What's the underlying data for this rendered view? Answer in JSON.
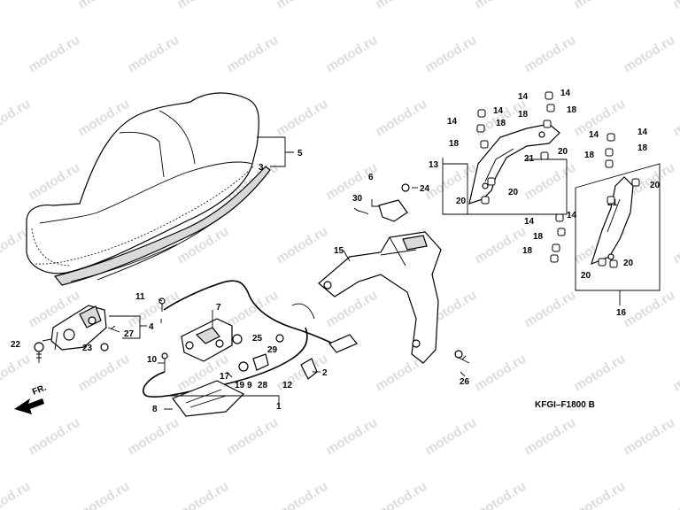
{
  "watermark": "motod.ru",
  "diagram_code": "KFGI–F1800 B",
  "direction_label": "FR.",
  "callouts": {
    "c1": "1",
    "c2": "2",
    "c3": "3",
    "c4": "4",
    "c5": "5",
    "c6": "6",
    "c7": "7",
    "c8": "8",
    "c9": "9",
    "c10": "10",
    "c11": "11",
    "c12": "12",
    "c13": "13",
    "c14": "14",
    "c15": "15",
    "c16": "16",
    "c17": "17",
    "c18": "18",
    "c19": "19",
    "c20": "20",
    "c21": "21",
    "c22": "22",
    "c23": "23",
    "c24": "24",
    "c25": "25",
    "c26": "26",
    "c27": "27",
    "c28": "28",
    "c29": "29",
    "c30": "30"
  }
}
